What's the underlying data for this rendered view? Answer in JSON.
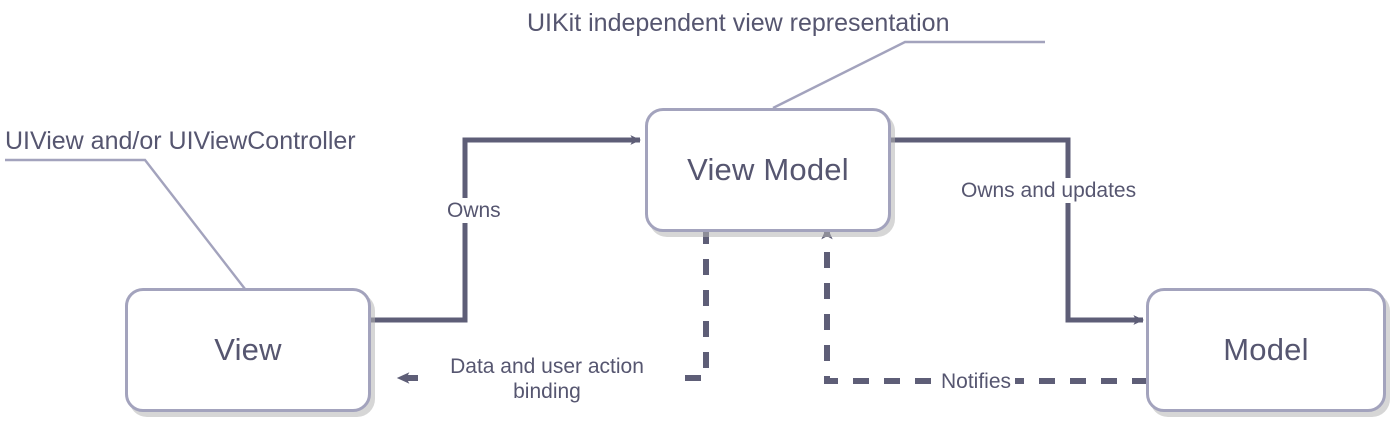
{
  "diagram": {
    "title_annotations": [
      {
        "id": "uikit-annotation",
        "text": "UIKit independent view representation"
      },
      {
        "id": "uiview-annotation",
        "text": "UIView and/or UIViewController"
      }
    ],
    "nodes": [
      {
        "id": "view",
        "label": "View"
      },
      {
        "id": "view-model",
        "label": "View Model"
      },
      {
        "id": "model",
        "label": "Model"
      }
    ],
    "edges": [
      {
        "id": "owns",
        "label": "Owns",
        "from": "view",
        "to": "view-model",
        "style": "solid"
      },
      {
        "id": "owns-and-updates",
        "label": "Owns and updates",
        "from": "view-model",
        "to": "model",
        "style": "solid"
      },
      {
        "id": "binding",
        "label_line1": "Data and user action",
        "label_line2": "binding",
        "from": "view-model",
        "to": "view",
        "style": "dashed"
      },
      {
        "id": "notifies",
        "label": "Notifies",
        "from": "model",
        "to": "view-model",
        "style": "dashed"
      }
    ],
    "colors": {
      "node_border": "#a3a3bd",
      "node_fill": "#ffffff",
      "text": "#565670",
      "arrow": "#5e5e77",
      "leader": "#a3a3bd",
      "shadow": "#b4b4b4"
    }
  }
}
